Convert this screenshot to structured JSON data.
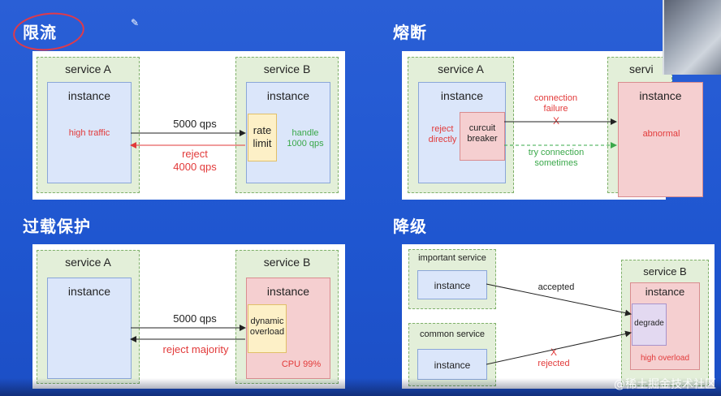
{
  "titles": {
    "rate_limit": "限流",
    "circuit_break": "熔断",
    "overload": "过载保护",
    "degrade": "降级"
  },
  "panel1": {
    "service_a": "service A",
    "service_b": "service B",
    "instance": "instance",
    "high_traffic": "high traffic",
    "qps_in": "5000 qps",
    "reject_1": "reject",
    "reject_2": "4000 qps",
    "rate_1": "rate",
    "rate_2": "limit",
    "handle_1": "handle",
    "handle_2": "1000 qps"
  },
  "panel2": {
    "service_a": "service A",
    "service_b": "servi",
    "instance": "instance",
    "reject_1": "reject",
    "reject_2": "directly",
    "breaker_1": "curcuit",
    "breaker_2": "breaker",
    "conn_1": "connection",
    "conn_2": "failure",
    "x_mark": "X",
    "try_1": "try connection",
    "try_2": "sometimes",
    "abnormal": "abnormal"
  },
  "panel3": {
    "service_a": "service A",
    "service_b": "service B",
    "instance": "instance",
    "qps": "5000 qps",
    "dynamic_1": "dynamic",
    "dynamic_2": "overload",
    "reject_majority": "reject majority",
    "cpu": "CPU 99%"
  },
  "panel4": {
    "important_service": "important service",
    "common_service": "common service",
    "service_b": "service B",
    "instance": "instance",
    "accepted": "accepted",
    "x_mark": "X",
    "rejected": "rejected",
    "degrade": "degrade",
    "high_overload": "high overload"
  },
  "watermark": "@稀土掘金技术社区",
  "colors": {
    "background": "#2358d2",
    "service_bg": "#e3efd9",
    "instance_blue": "#dbe6fa",
    "instance_red": "#f5cfd0",
    "limiter_yellow": "#fdf0c7",
    "reject_red": "#e23a3a",
    "ok_green": "#3aa84a"
  }
}
